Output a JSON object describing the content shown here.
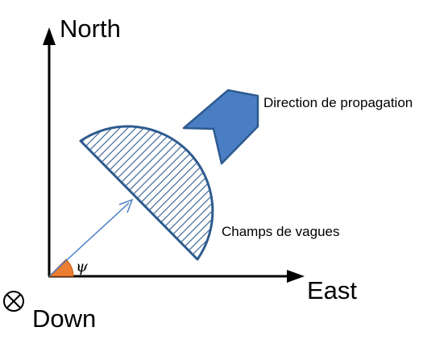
{
  "axes": {
    "north_label": "North",
    "east_label": "East",
    "down_label": "Down",
    "angle_symbol": "ψ"
  },
  "annotations": {
    "propagation": "Direction de propagation",
    "wave_field": "Champs de vagues"
  },
  "icons": {
    "down_symbol": "circled-times-icon",
    "propagation_arrow": "block-arrow-icon"
  },
  "colors": {
    "axis": "#000000",
    "wave_field_stroke": "#2e5b8e",
    "hatching": "#2e5b8e",
    "propagation_fill": "#4a7ec4",
    "propagation_stroke": "#2e5b8e",
    "direction_vector": "#4a7ec4",
    "angle_fill": "#ed7d31"
  }
}
